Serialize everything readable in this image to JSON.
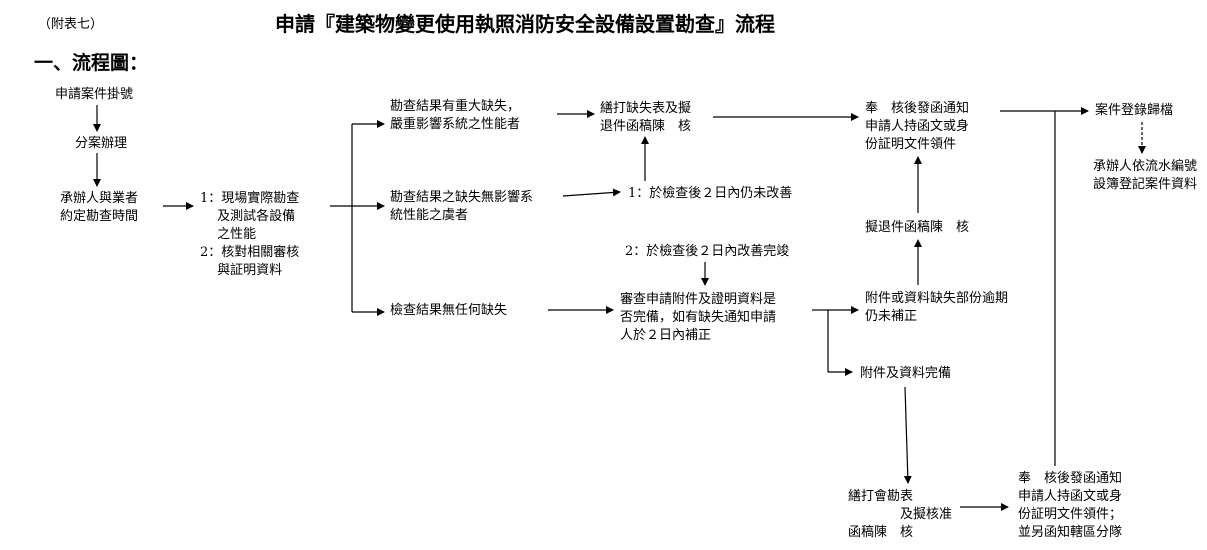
{
  "header": {
    "annex_label": "（附表七）",
    "title": "申請『建築物變更使用執照消防安全設備設置勘查』流程",
    "section_heading": "一、流程圖："
  },
  "nodes": {
    "register": "申請案件掛號",
    "assign": "分案辦理",
    "schedule": "承辦人與業者\n約定勘查時間",
    "inspect_items": "1：現場實際勘查\n　 及測試各設備\n　 之性能\n2：核對相關審核\n　 與証明資料",
    "major_defect": "勘查結果有重大缺失，\n嚴重影響系統之性能者",
    "minor_defect": "勘查結果之缺失無影響系\n統性能之虞者",
    "no_defect": "檢查結果無任何缺失",
    "defect_list": "繕打缺失表及擬\n退件函稿陳　核",
    "not_improved": "1：於檢查後２日內仍未改善",
    "improved": "2：於檢查後２日內改善完竣",
    "review_docs": "審查申請附件及證明資料是\n否完備，如有缺失通知申請\n人於２日內補正",
    "approve_notify": "奉　核後發函通知\n申請人持函文或身\n份証明文件領件",
    "draft_reject": "擬退件函稿陳　核",
    "docs_overdue": "附件或資料缺失部份逾期\n仍未補正",
    "docs_complete": "附件及資料完備",
    "draft_certificate": "繕打會勘表\n　　　　及擬核准\n函稿陳　核",
    "approve_notify_2": "奉　核後發函通知\n申請人持函文或身\n份証明文件領件；\n並另函知轄區分隊",
    "archive": "案件登錄歸檔",
    "archive_note": "承辦人依流水編號\n設簿登記案件資料"
  }
}
